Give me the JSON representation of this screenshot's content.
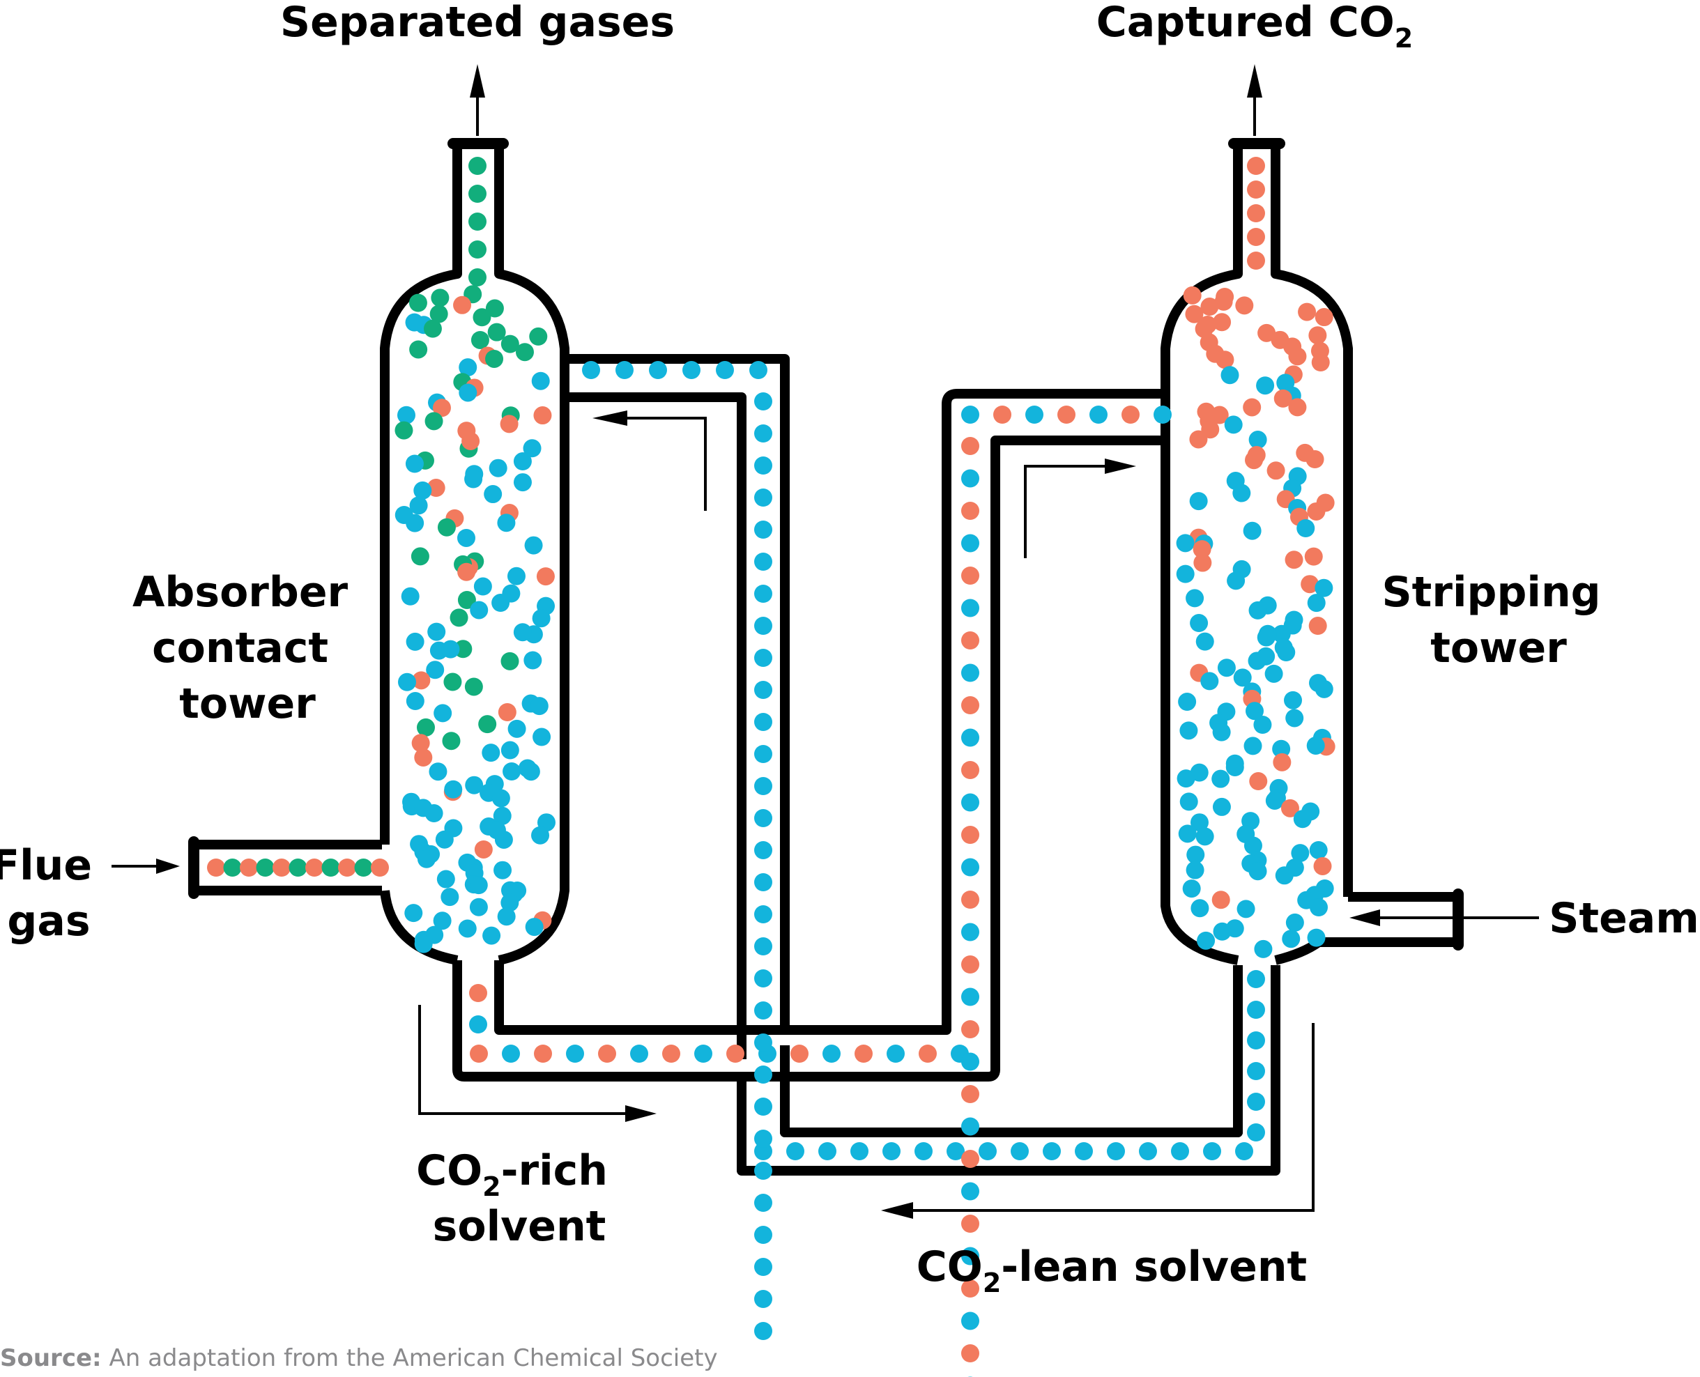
{
  "labels": {
    "separated_gases": "Separated gases",
    "captured_co2_main": "Captured CO",
    "captured_co2_sub": "2",
    "absorber_line1": "Absorber",
    "absorber_line2": "contact",
    "absorber_line3": "tower",
    "stripping_line1": "Stripping",
    "stripping_line2": "tower",
    "flue_line1": "Flue",
    "flue_line2": "gas",
    "steam": "Steam",
    "rich_co": "CO",
    "rich_sub": "2",
    "rich_rest": "-rich",
    "rich_line2": "solvent",
    "lean_co": "CO",
    "lean_sub": "2",
    "lean_rest": "-lean solvent"
  },
  "source": {
    "prefix": "Source:",
    "text": " An adaptation from the American Chemical Society"
  },
  "colors": {
    "co2": "#f27a5e",
    "solvent": "#13b4dc",
    "other_gas": "#12ae7c",
    "outline": "#000000",
    "source_text": "#8a8a8c"
  },
  "legend_semantics": {
    "co2": "CO2 molecules (orange)",
    "solvent": "Solvent molecules (blue)",
    "other_gas": "Other flue gas molecules (green)"
  },
  "streams": {
    "flue_inlet": [
      "co2",
      "other_gas",
      "co2",
      "other_gas",
      "co2",
      "other_gas",
      "co2",
      "other_gas",
      "co2",
      "other_gas",
      "co2"
    ],
    "absorber_outlet": [
      "other_gas",
      "other_gas",
      "other_gas",
      "other_gas",
      "other_gas"
    ],
    "stripper_outlet": [
      "co2",
      "co2",
      "co2",
      "co2",
      "co2"
    ],
    "lean_return_top": [
      "solvent",
      "solvent",
      "solvent",
      "solvent",
      "solvent",
      "solvent"
    ],
    "rich_feed_top": [
      "solvent",
      "co2",
      "solvent",
      "co2",
      "solvent",
      "co2",
      "solvent"
    ],
    "rich_bottom_run": [
      "co2",
      "solvent",
      "co2",
      "solvent",
      "co2",
      "solvent",
      "co2",
      "solvent",
      "co2",
      "solvent",
      "co2",
      "solvent",
      "co2",
      "solvent",
      "co2",
      "solvent"
    ],
    "lean_bottom_run": [
      "solvent",
      "solvent",
      "solvent",
      "solvent",
      "solvent",
      "solvent",
      "solvent",
      "solvent",
      "solvent",
      "solvent",
      "solvent",
      "solvent",
      "solvent",
      "solvent",
      "solvent",
      "solvent"
    ]
  }
}
